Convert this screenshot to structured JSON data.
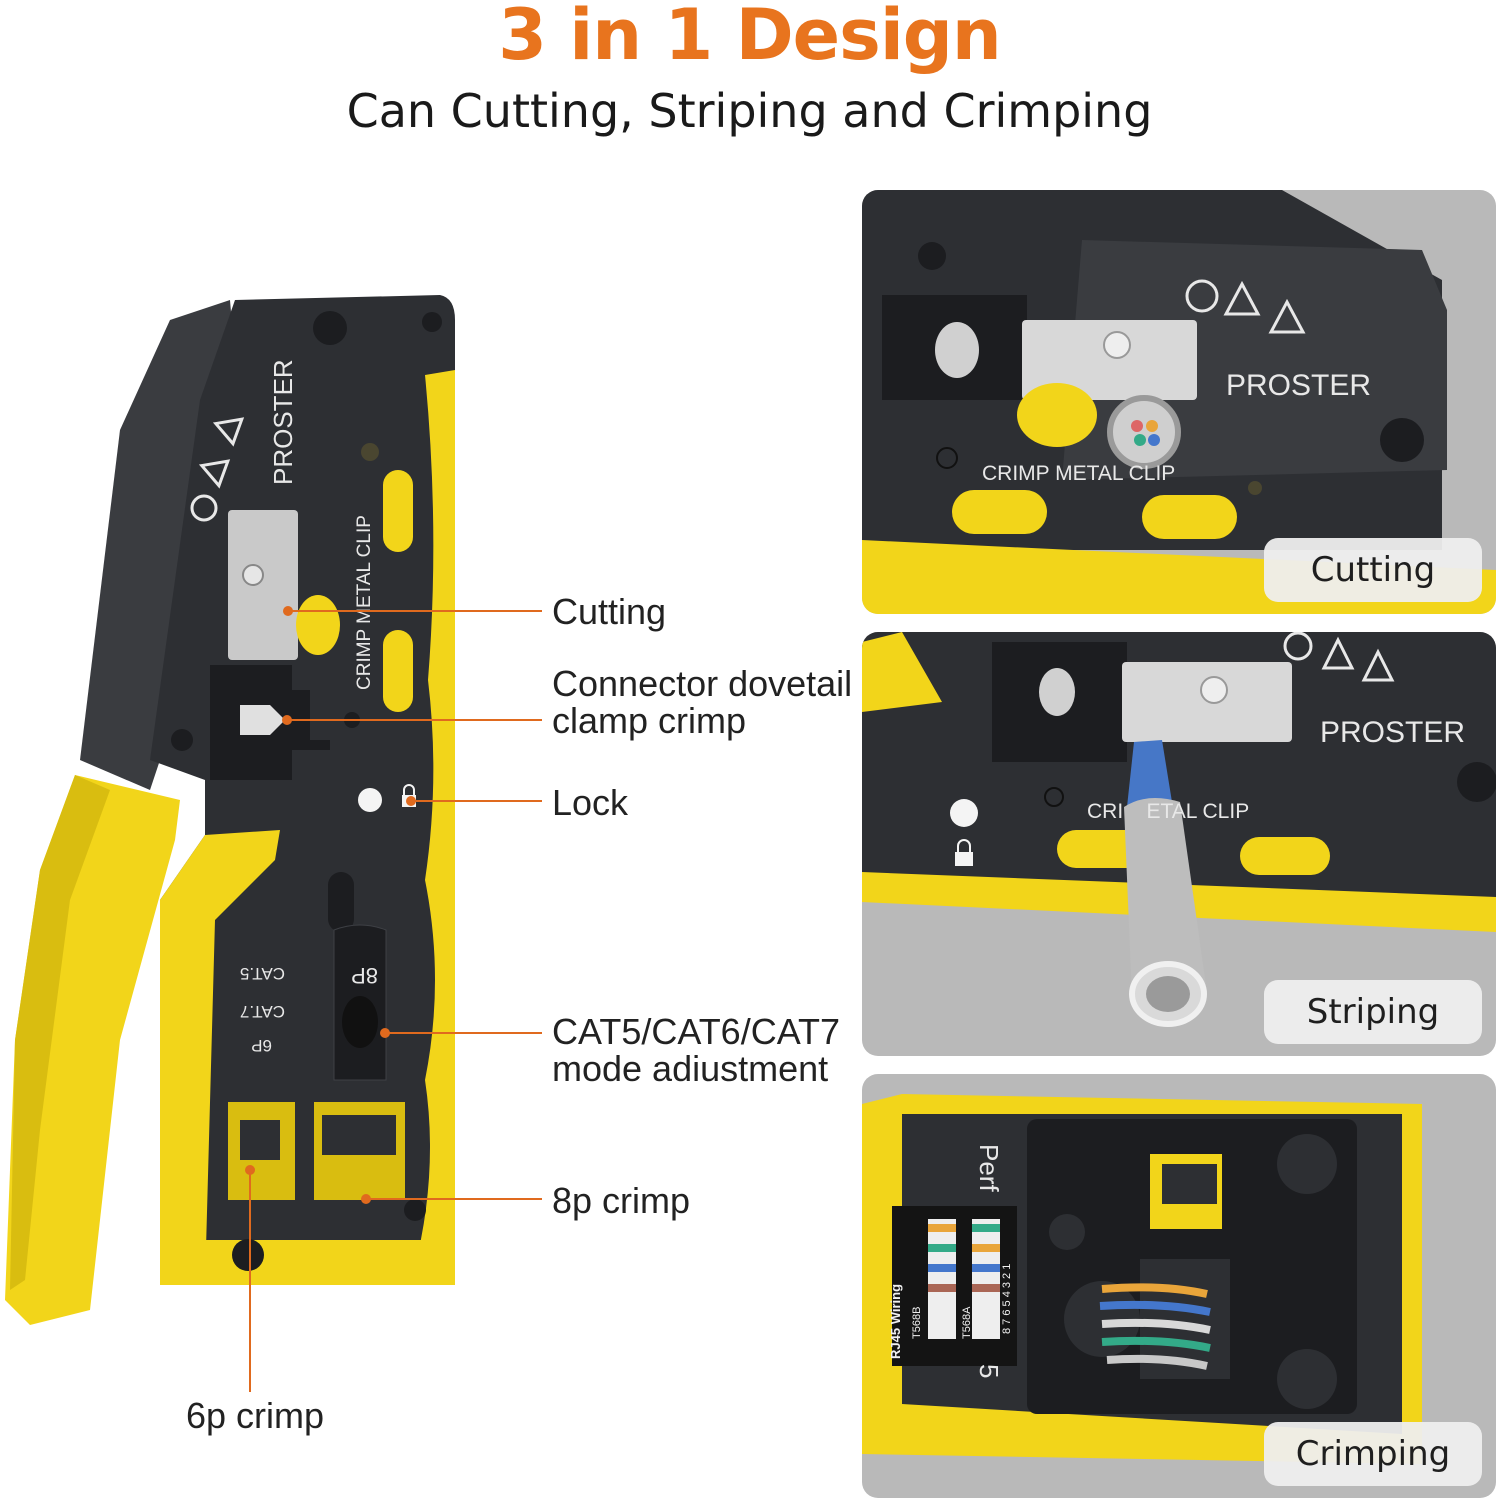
{
  "header": {
    "title": "3 in 1 Design",
    "subtitle": "Can Cutting, Striping and Crimping"
  },
  "tool_markings": {
    "brand": "PROSTER",
    "clip_label": "CRIMP METAL CLIP",
    "cat5_label": "CAT.5",
    "cat7_label": "CAT.7",
    "p8_label": "8P",
    "p6_label": "6P"
  },
  "callouts": {
    "cutting": "Cutting",
    "dovetail_line1": "Connector dovetail",
    "dovetail_line2": "clamp crimp",
    "lock": "Lock",
    "mode_line1": "CAT5/CAT6/CAT7",
    "mode_line2": "mode adiustment",
    "p8": "8p crimp",
    "p6": "6p crimp"
  },
  "panels": {
    "cutting": {
      "label": "Cutting",
      "brand": "PROSTER",
      "clip": "CRIMP METAL CLIP"
    },
    "striping": {
      "label": "Striping",
      "brand": "PROSTER",
      "clip": "CRI    ETAL CLIP"
    },
    "crimping": {
      "label": "Crimping",
      "wiring": "RJ45 Wiring",
      "t568b": "T568B",
      "t568a": "T568A",
      "pins": "8 7 6 5 4 3 2 1",
      "perf": "Perf",
      "five": "5"
    }
  },
  "colors": {
    "accent_orange": "#e8741e",
    "tool_yellow": "#f2d51a",
    "tool_dark": "#2d2f33",
    "panel_grey": "#b9b9b9"
  },
  "icons": [
    "warning-triangle-icon",
    "esd-icon",
    "lock-icon",
    "screw-icon"
  ]
}
